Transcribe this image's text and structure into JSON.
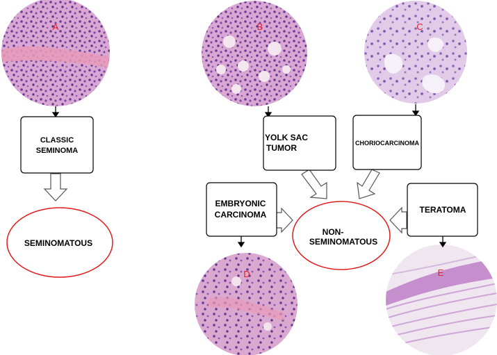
{
  "micrographs": {
    "a": {
      "letter": "A"
    },
    "b": {
      "letter": "B"
    },
    "c": {
      "letter": "C"
    },
    "d": {
      "letter": "D"
    },
    "e": {
      "letter": "E"
    }
  },
  "boxes": {
    "classic_seminoma": {
      "line1": "CLASSIC",
      "line2": "SEMINOMA"
    },
    "yolk_sac_tumor": {
      "line1": "YOLK SAC",
      "line2": "TUMOR"
    },
    "choriocarcinoma": {
      "label": "CHORIOCARCINOMA"
    },
    "embryonic_carcinoma": {
      "line1": "EMBRYONIC",
      "line2": "CARCINOMA"
    },
    "teratoma": {
      "label": "TERATOMA"
    }
  },
  "categories": {
    "seminomatous": {
      "label": "SEMINOMATOUS"
    },
    "non_seminomatous": {
      "line1": "NON-",
      "line2": "SEMINOMATOUS"
    }
  },
  "colors": {
    "letter": "#e8202a",
    "ellipse_stroke": "#e01b1b",
    "tissue_pink": "#e4b0d4",
    "nucleus_purple": "#6a3d9c",
    "stroma_pink": "#e89ab8"
  }
}
